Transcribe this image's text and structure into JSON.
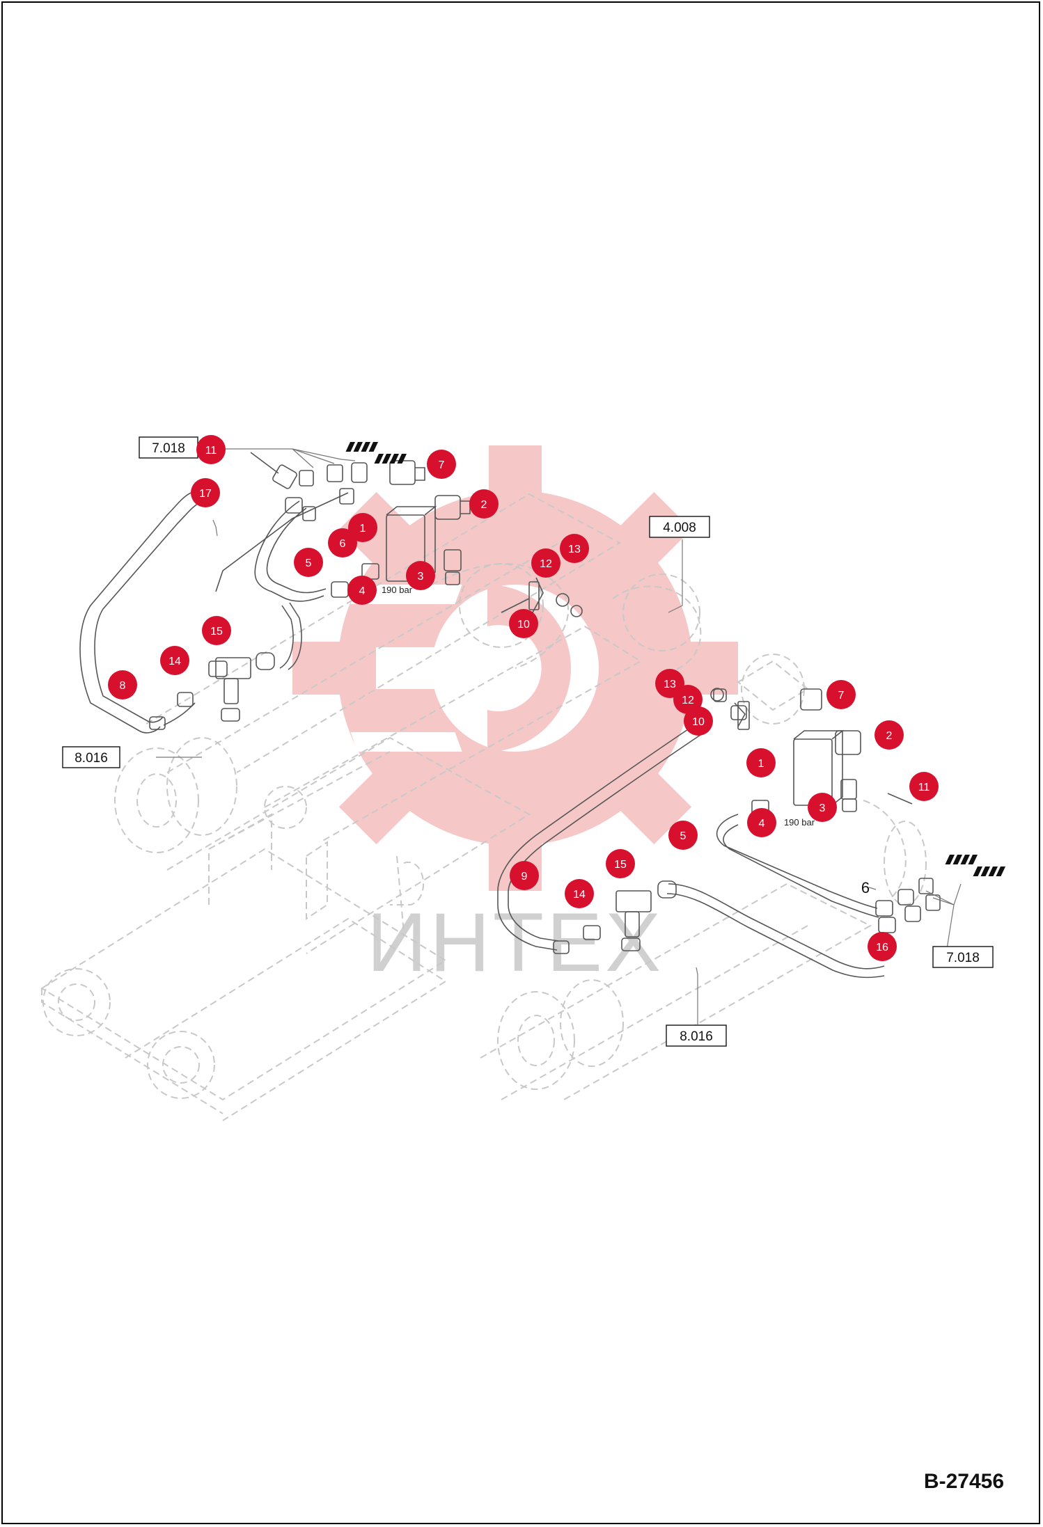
{
  "drawing_id": "B-27456",
  "watermark_text": "ИНТЕХ",
  "colors": {
    "callout": "#d7102e",
    "watermark": "#e23b3b",
    "ghost_line": "#c8c8c8",
    "part_line": "#555555",
    "text": "#111111"
  },
  "reference_boxes": [
    {
      "text": "7.018"
    },
    {
      "text": "4.008"
    },
    {
      "text": "8.016"
    },
    {
      "text": "7.018"
    },
    {
      "text": "8.016"
    }
  ],
  "pressure_labels": [
    {
      "text": "190 bar"
    },
    {
      "text": "190 bar"
    }
  ],
  "callouts": [
    {
      "label": "11"
    },
    {
      "label": "7"
    },
    {
      "label": "2"
    },
    {
      "label": "17"
    },
    {
      "label": "1"
    },
    {
      "label": "6"
    },
    {
      "label": "5"
    },
    {
      "label": "4"
    },
    {
      "label": "3"
    },
    {
      "label": "13"
    },
    {
      "label": "12"
    },
    {
      "label": "10"
    },
    {
      "label": "15"
    },
    {
      "label": "14"
    },
    {
      "label": "8"
    },
    {
      "label": "13"
    },
    {
      "label": "12"
    },
    {
      "label": "10"
    },
    {
      "label": "7"
    },
    {
      "label": "2"
    },
    {
      "label": "1"
    },
    {
      "label": "11"
    },
    {
      "label": "3"
    },
    {
      "label": "4"
    },
    {
      "label": "5"
    },
    {
      "label": "9"
    },
    {
      "label": "15"
    },
    {
      "label": "14"
    },
    {
      "label": "16"
    }
  ],
  "plain_labels": [
    {
      "text": "6"
    }
  ]
}
